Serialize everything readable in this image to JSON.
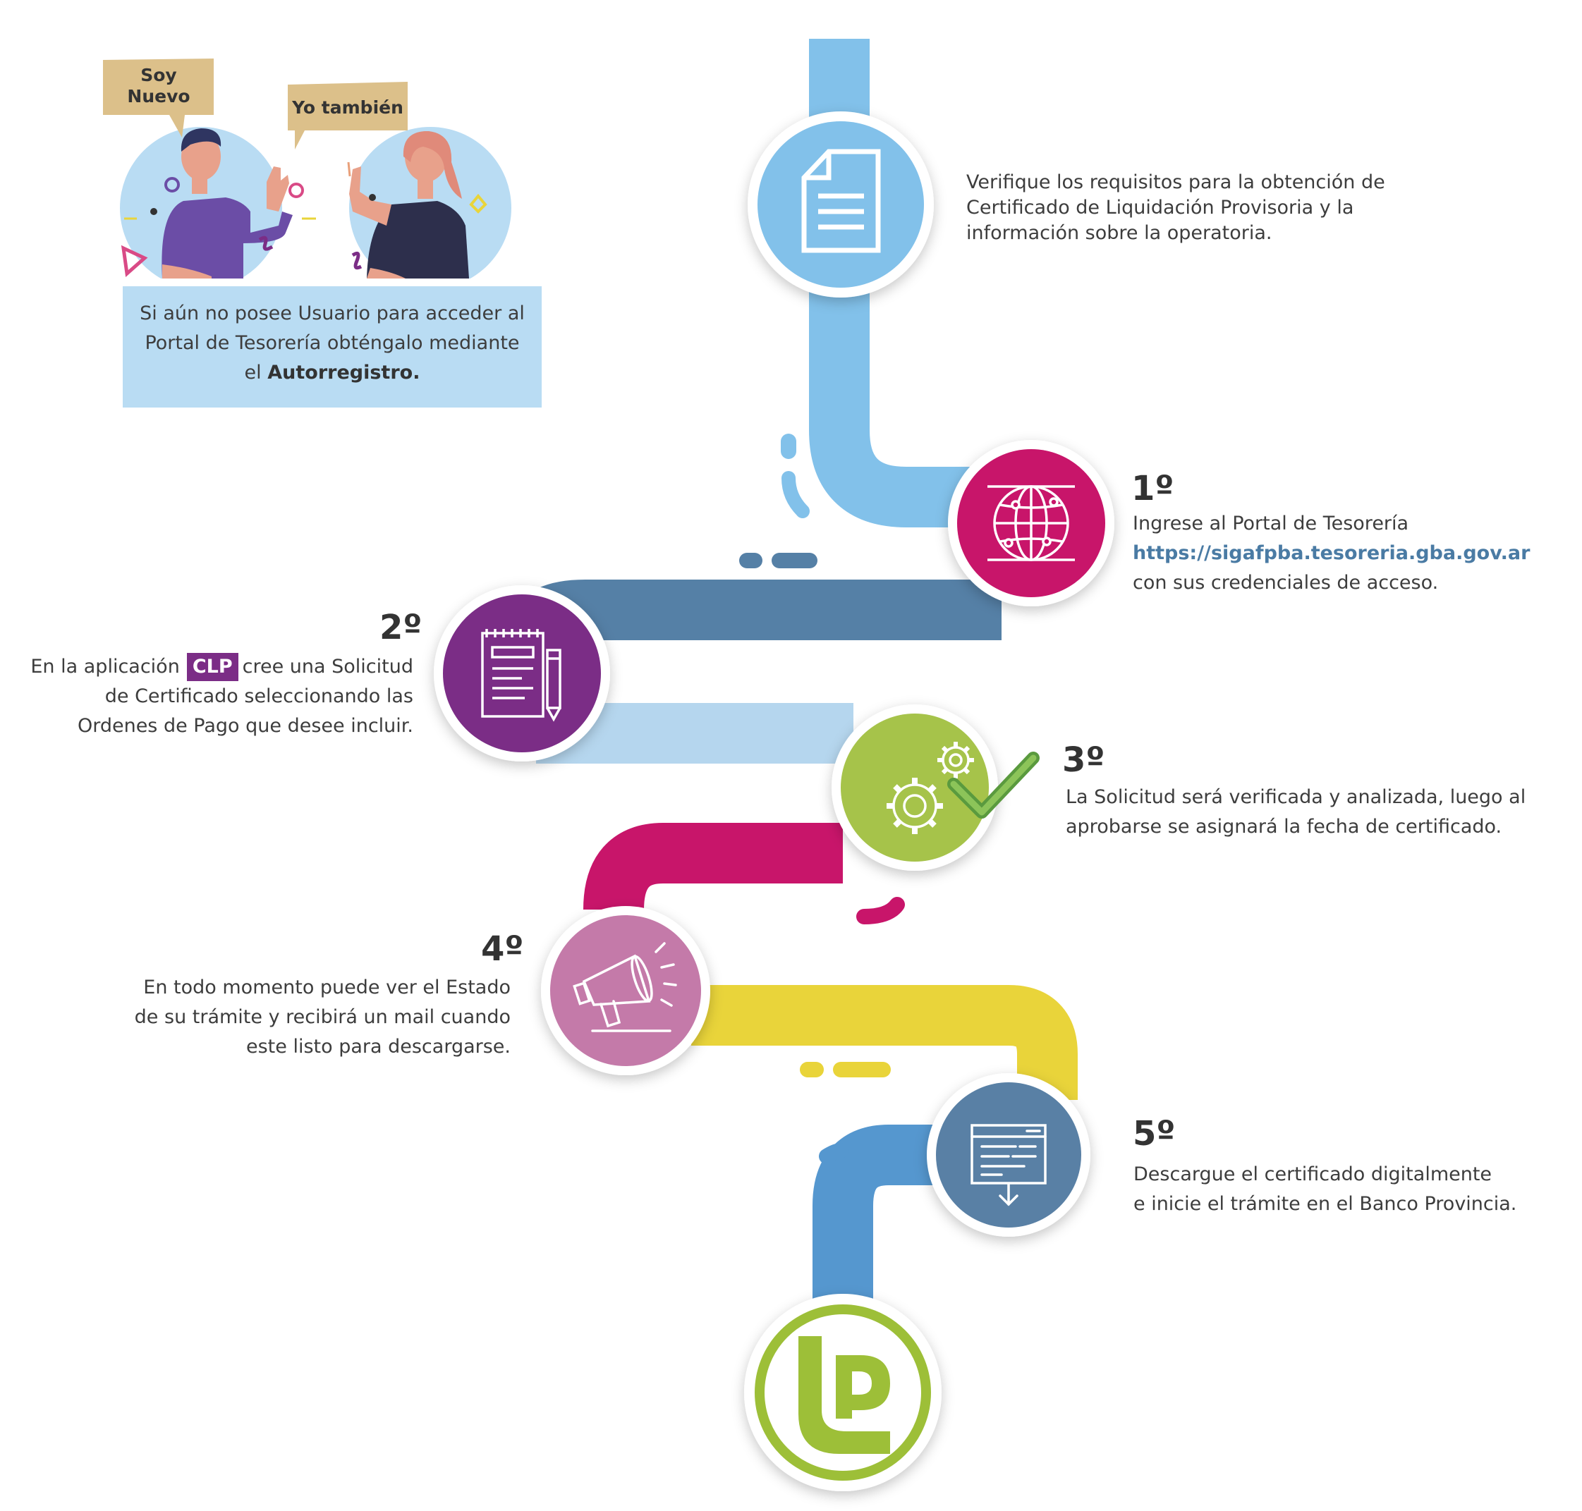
{
  "intro": {
    "bubble_left": [
      "Soy",
      "Nuevo"
    ],
    "bubble_right": "Yo también",
    "box_line1": "Si aún no posee Usuario para acceder al",
    "box_line2": "Portal de Tesorería obténgalo mediante",
    "box_line3_prefix": "el ",
    "box_line3_bold": "Autorregistro."
  },
  "top_step": {
    "lines": [
      "Verifique los requisitos para la obtención de",
      "Certificado de Liquidación Provisoria y la",
      "información sobre la operatoria."
    ],
    "icon": "document-icon"
  },
  "steps": [
    {
      "number": "1º",
      "line1": "Ingrese al Portal de Tesorería",
      "link": "https://sigafpba.tesoreria.gba.gov.ar",
      "line3": "con sus credenciales de acceso.",
      "icon": "globe-icon",
      "color": "#c8156a"
    },
    {
      "number": "2º",
      "prefix": "En la aplicación",
      "badge": "CLP",
      "suffix": "cree una Solicitud",
      "line2": "de Certificado seleccionando las",
      "line3": "Ordenes de Pago que desee incluir.",
      "icon": "notepad-pencil-icon",
      "color": "#7b2d86"
    },
    {
      "number": "3º",
      "line1": "La Solicitud será verificada y analizada, luego al",
      "line2": "aprobarse se asignará la fecha de certificado.",
      "icon": "gears-check-icon",
      "color": "#a6c34a"
    },
    {
      "number": "4º",
      "line1": "En todo momento puede ver el Estado",
      "line2": "de su trámite y recibirá un mail cuando",
      "line3": "este listo para descargarse.",
      "icon": "megaphone-icon",
      "color": "#c47aa9"
    },
    {
      "number": "5º",
      "line1": "Descargue el certificado digitalmente",
      "line2": "e inicie el trámite en el Banco Provincia.",
      "icon": "download-window-icon",
      "color": "#5980a5"
    }
  ],
  "colors": {
    "path_blue_light": "#82c1ea",
    "path_steel": "#5580a6",
    "path_pale_blue": "#b5d6ee",
    "path_magenta": "#c8156a",
    "path_yellow": "#e9d43a",
    "path_blue": "#5597cf",
    "logo_green": "#9dbf38"
  },
  "logo": {
    "name": "provincia-logo"
  }
}
